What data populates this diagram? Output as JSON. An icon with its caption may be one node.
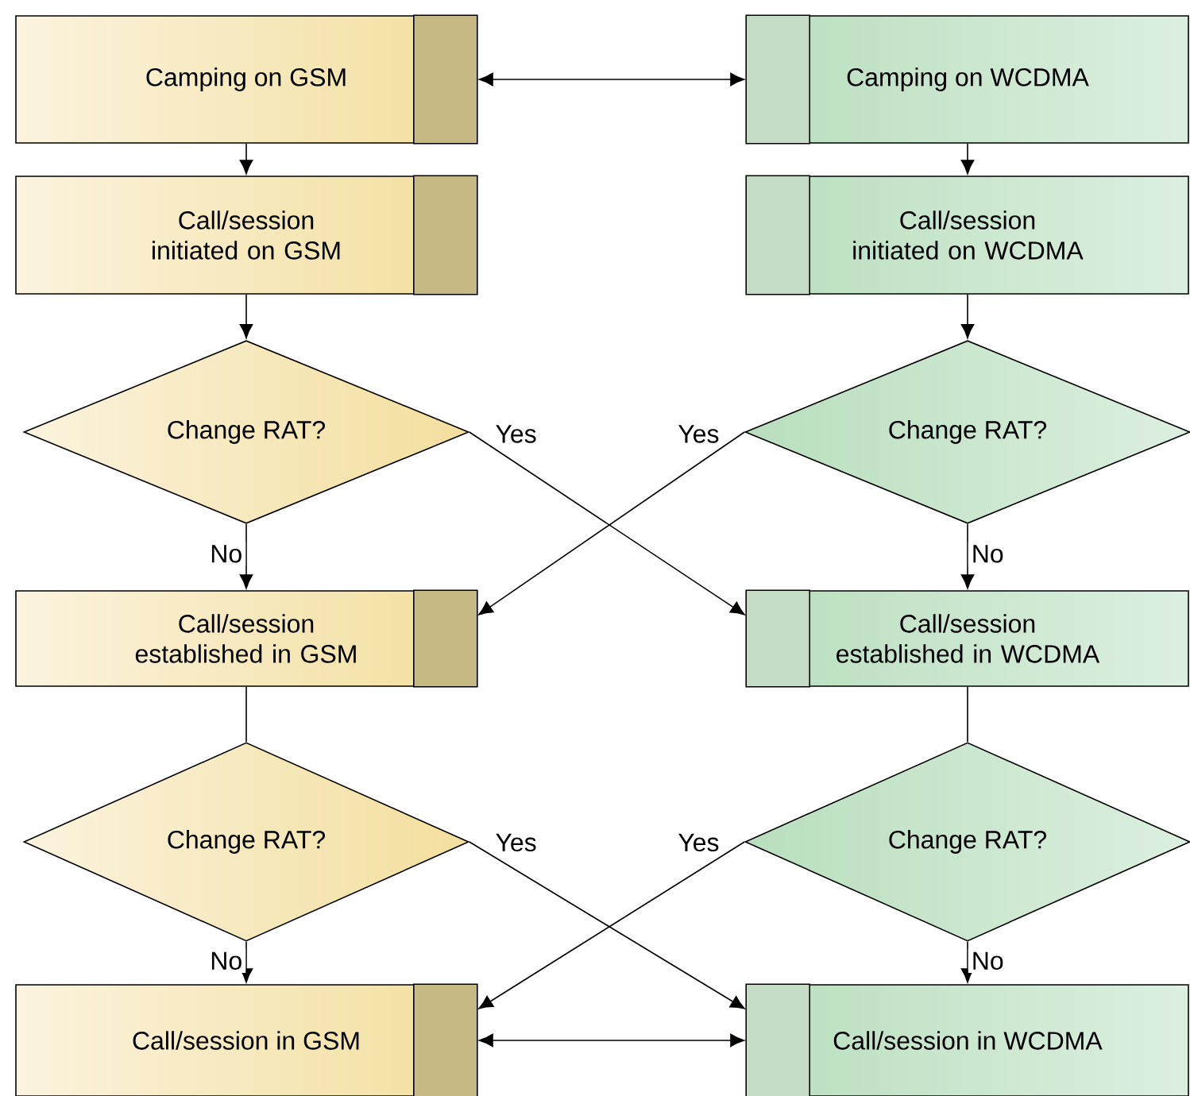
{
  "diagram": {
    "nodes": [
      {
        "text": [
          "Camping on GSM"
        ]
      },
      {
        "text": [
          "Camping on WCDMA"
        ]
      },
      {
        "text": [
          "Call/session initiated on GSM"
        ]
      },
      {
        "text": [
          "Call/session initiated on WCDMA"
        ]
      },
      {
        "text": [
          "Change RAT?"
        ]
      },
      {
        "text": [
          "Change RAT?"
        ]
      },
      {
        "text": [
          "Call/session established in GSM"
        ]
      },
      {
        "text": [
          "Call/session established in WCDMA"
        ]
      },
      {
        "text": [
          "Change RAT?"
        ]
      },
      {
        "text": [
          "Change RAT?"
        ]
      },
      {
        "text": [
          "Call/session in GSM"
        ]
      },
      {
        "text": [
          "Call/session in WCDMA"
        ]
      }
    ],
    "edges": [
      {
        "from": 0,
        "to": 1,
        "arrow": "both"
      },
      {
        "from": 0,
        "to": 2,
        "arrow": "to"
      },
      {
        "from": 1,
        "to": 3,
        "arrow": "to"
      },
      {
        "from": 2,
        "to": 4,
        "arrow": "to"
      },
      {
        "from": 3,
        "to": 5,
        "arrow": "to"
      },
      {
        "from": 4,
        "to": 6,
        "arrow": "to",
        "label": "No"
      },
      {
        "from": 4,
        "to": 7,
        "arrow": "to",
        "label": "Yes"
      },
      {
        "from": 5,
        "to": 7,
        "arrow": "to",
        "label": "No"
      },
      {
        "from": 5,
        "to": 6,
        "arrow": "to",
        "label": "Yes"
      },
      {
        "from": 6,
        "to": 8,
        "arrow": "none"
      },
      {
        "from": 7,
        "to": 9,
        "arrow": "none"
      },
      {
        "from": 8,
        "to": 10,
        "arrow": "to",
        "label": "No"
      },
      {
        "from": 8,
        "to": 11,
        "arrow": "to",
        "label": "Yes"
      },
      {
        "from": 9,
        "to": 11,
        "arrow": "to",
        "label": "No"
      },
      {
        "from": 9,
        "to": 10,
        "arrow": "to",
        "label": "Yes"
      },
      {
        "from": 10,
        "to": 11,
        "arrow": "both"
      }
    ]
  }
}
